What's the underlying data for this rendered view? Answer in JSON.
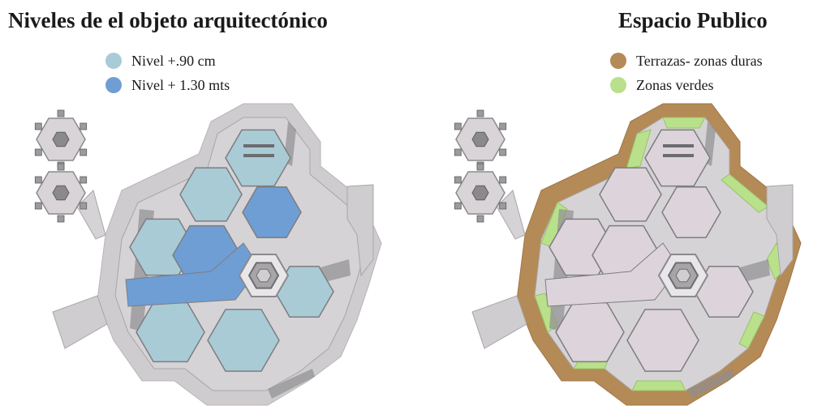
{
  "left_panel": {
    "title": "Niveles de el objeto arquitectónico",
    "legend": [
      {
        "label": "Nivel +.90 cm",
        "color": "#a9cbd6"
      },
      {
        "label": "Nivel + 1.30 mts",
        "color": "#6f9ed4"
      }
    ]
  },
  "right_panel": {
    "title": "Espacio Publico",
    "legend": [
      {
        "label": "Terrazas- zonas duras",
        "color": "#b48a56"
      },
      {
        "label": "Zonas verdes",
        "color": "#b9e08a"
      }
    ]
  },
  "colors": {
    "base": "#d6d3d6",
    "outer_ring": "#cfccd0",
    "wall": "#8f8f91",
    "hex_light": "#dcd4da",
    "level_low": "#a9cbd6",
    "level_high": "#6f9ed4",
    "terrace": "#b48a56",
    "green": "#b9e08a"
  }
}
